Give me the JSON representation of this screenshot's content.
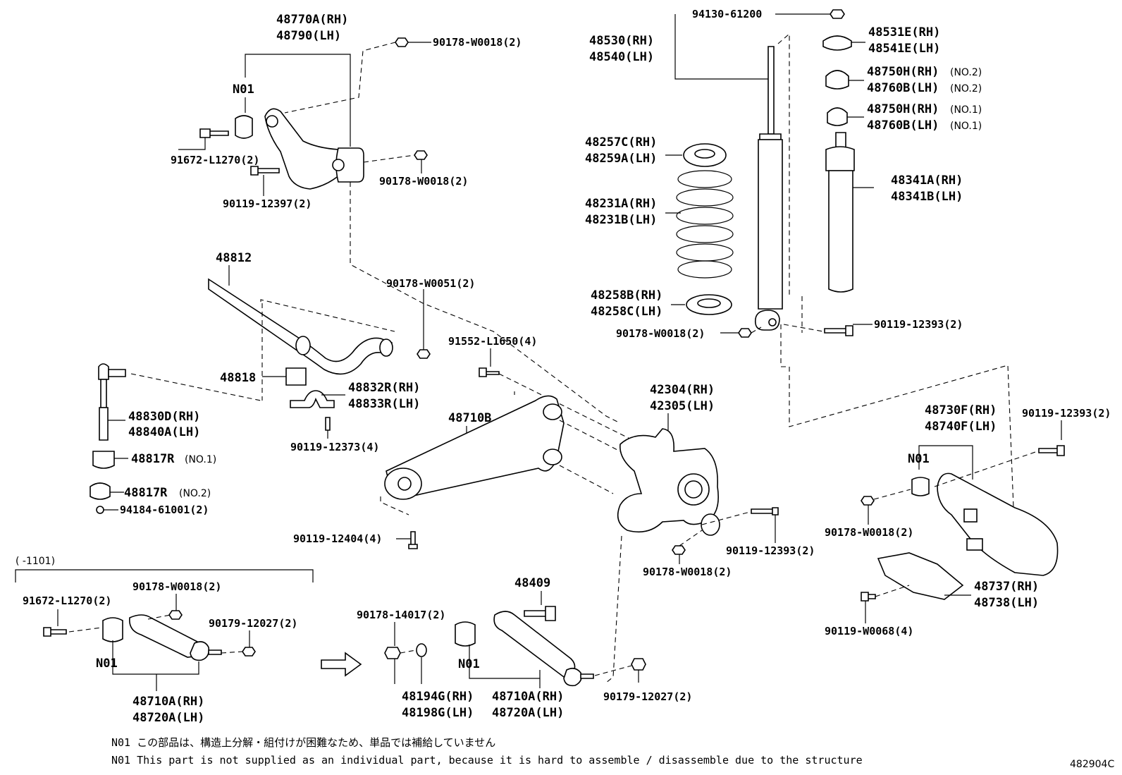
{
  "labels": {
    "l48770A": "48770A(RH)",
    "l48790": "48790(LH)",
    "n01_upper": "N01",
    "l90178_w0018_a": "90178-W0018(2)",
    "l91672_a": "91672-L1270(2)",
    "l90178_w0018_b": "90178-W0018(2)",
    "l90119_12397": "90119-12397(2)",
    "l48812": "48812",
    "l90178_w0051": "90178-W0051(2)",
    "l48818": "48818",
    "l48832R": "48832R(RH)",
    "l48833R": "48833R(LH)",
    "l90119_12373": "90119-12373(4)",
    "l48830D": "48830D(RH)",
    "l48840A": "48840A(LH)",
    "l48817R_1": "48817R",
    "l48817R_1n": "(NO.1)",
    "l48817R_2": "48817R",
    "l48817R_2n": "(NO.2)",
    "l94184": "94184-61001(2)",
    "l91552": "91552-L1650(4)",
    "l48710B": "48710B",
    "l90119_12404": "90119-12404(4)",
    "l42304": "42304(RH)",
    "l42305": "42305(LH)",
    "l90119_12393_a": "90119-12393(2)",
    "l90178_w0018_c": "90178-W0018(2)",
    "l94130": "94130-61200",
    "l48530": "48530(RH)",
    "l48540": "48540(LH)",
    "l48531E": "48531E(RH)",
    "l48541E": "48541E(LH)",
    "l48750H_2": "48750H(RH)",
    "l48760B_2": "48760B(LH)",
    "no2_a": "(NO.2)",
    "no2_b": "(NO.2)",
    "l48750H_1": "48750H(RH)",
    "l48760B_1": "48760B(LH)",
    "no1_a": "(NO.1)",
    "no1_b": "(NO.1)",
    "l48257C": "48257C(RH)",
    "l48259A": "48259A(LH)",
    "l48231A": "48231A(RH)",
    "l48231B": "48231B(LH)",
    "l48341A": "48341A(RH)",
    "l48341B": "48341B(LH)",
    "l48258B": "48258B(RH)",
    "l48258C": "48258C(LH)",
    "l90178_w0018_d": "90178-W0018(2)",
    "l90119_12393_b": "90119-12393(2)",
    "l48730F": "48730F(RH)",
    "l48740F": "48740F(LH)",
    "l90119_12393_c": "90119-12393(2)",
    "n01_lowerarm": "N01",
    "l90178_w0018_e": "90178-W0018(2)",
    "l48737": "48737(RH)",
    "l48738": "48738(LH)",
    "l90119_w0068": "90119-W0068(4)",
    "bracket_range": "(    -1101)",
    "l91672_b": "91672-L1270(2)",
    "l90178_w0018_f": "90178-W0018(2)",
    "l90179_12027_a": "90179-12027(2)",
    "n01_left": "N01",
    "l48710A_a": "48710A(RH)",
    "l48720A_a": "48720A(LH)",
    "l90178_14017": "90178-14017(2)",
    "l48409": "48409",
    "n01_mid": "N01",
    "l48194G": "48194G(RH)",
    "l48198G": "48198G(LH)",
    "l48710A_b": "48710A(RH)",
    "l48720A_b": "48720A(LH)",
    "l90179_12027_b": "90179-12027(2)"
  },
  "notes": {
    "jp": "N01 この部品は、構造上分解・組付けが困難なため、単品では補給していません",
    "en": "N01 This part is not supplied as an individual part, because it is hard to assemble / disassemble due to the structure"
  },
  "diagram_code": "482904C"
}
